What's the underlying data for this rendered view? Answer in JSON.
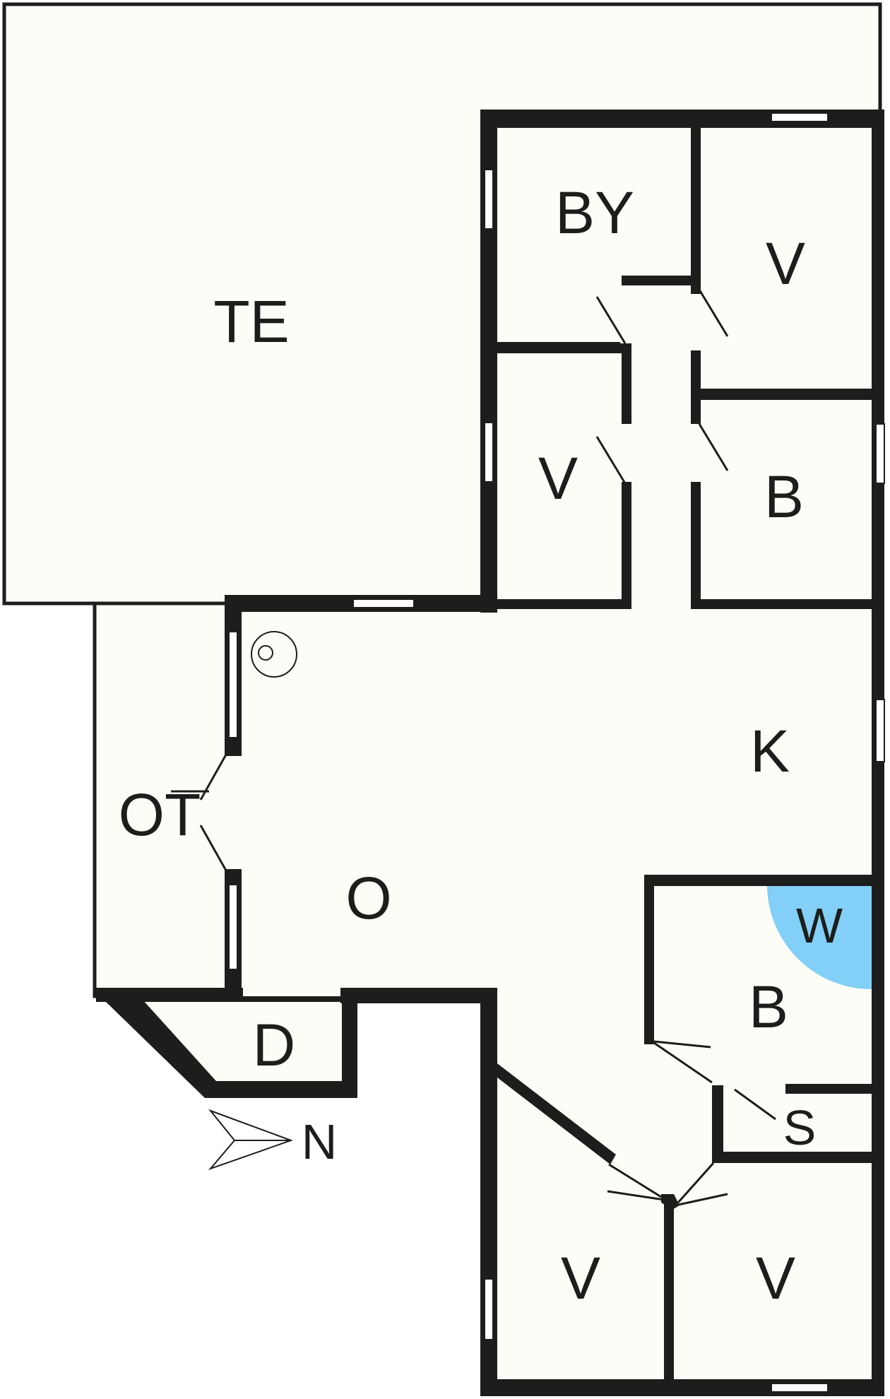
{
  "floorplan": {
    "rooms": {
      "terrace": "TE",
      "utility": "BY",
      "bedroom_top_right": "V",
      "bedroom_mid_left": "V",
      "bathroom_top": "B",
      "kitchen": "K",
      "covered_terrace": "OT",
      "living": "O",
      "bathroom_lower": "B",
      "washer": "W",
      "storage": "D",
      "small_room": "S",
      "bedroom_bottom_left": "V",
      "bedroom_bottom_right": "V"
    },
    "compass_label": "N",
    "colors": {
      "wall": "#1d1d1b",
      "floor": "#fdfdf8",
      "washer_fill": "#82cff7"
    }
  }
}
